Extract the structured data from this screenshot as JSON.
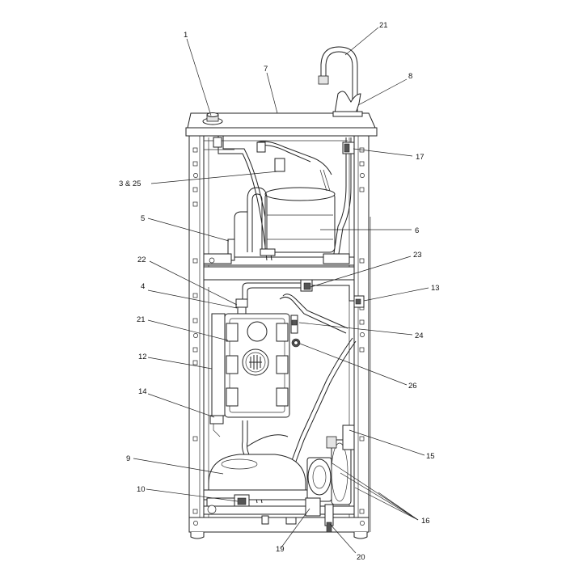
{
  "callouts": [
    {
      "id": "c1",
      "text": "1"
    },
    {
      "id": "c21top",
      "text": "21"
    },
    {
      "id": "c7",
      "text": "7"
    },
    {
      "id": "c8",
      "text": "8"
    },
    {
      "id": "c17",
      "text": "17"
    },
    {
      "id": "c325",
      "text": "3 & 25"
    },
    {
      "id": "c5",
      "text": "5"
    },
    {
      "id": "c6",
      "text": "6"
    },
    {
      "id": "c22",
      "text": "22"
    },
    {
      "id": "c23",
      "text": "23"
    },
    {
      "id": "c4",
      "text": "4"
    },
    {
      "id": "c13",
      "text": "13"
    },
    {
      "id": "c21mid",
      "text": "21"
    },
    {
      "id": "c24",
      "text": "24"
    },
    {
      "id": "c12",
      "text": "12"
    },
    {
      "id": "c26",
      "text": "26"
    },
    {
      "id": "c14",
      "text": "14"
    },
    {
      "id": "c15",
      "text": "15"
    },
    {
      "id": "c9",
      "text": "9"
    },
    {
      "id": "c10",
      "text": "10"
    },
    {
      "id": "c16",
      "text": "16"
    },
    {
      "id": "c19",
      "text": "19"
    },
    {
      "id": "c20",
      "text": "20"
    }
  ]
}
